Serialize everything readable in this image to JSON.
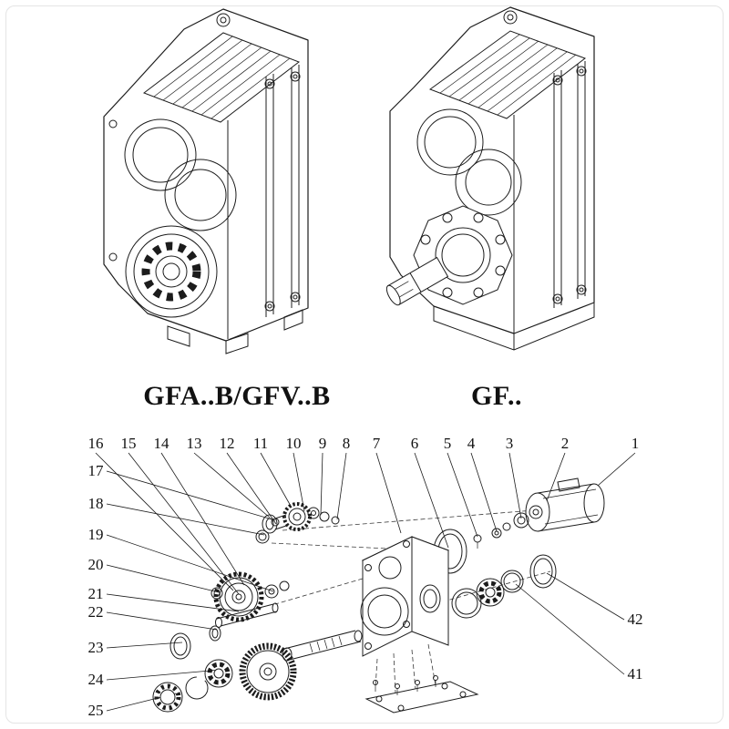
{
  "page": {
    "background": "#ffffff",
    "line_color": "#1c1c1c"
  },
  "products": [
    {
      "id": "gfa",
      "label": "GFA..B/GFV..B"
    },
    {
      "id": "gf",
      "label": "GF.."
    }
  ],
  "exploded_view": {
    "top_row": [
      "16",
      "15",
      "14",
      "13",
      "12",
      "11",
      "10",
      "9",
      "8",
      "7",
      "6",
      "5",
      "4",
      "3",
      "2",
      "1"
    ],
    "left_column": [
      "17",
      "18",
      "19",
      "20",
      "21",
      "22",
      "23",
      "24",
      "25"
    ],
    "right_column": [
      "42",
      "41"
    ]
  }
}
